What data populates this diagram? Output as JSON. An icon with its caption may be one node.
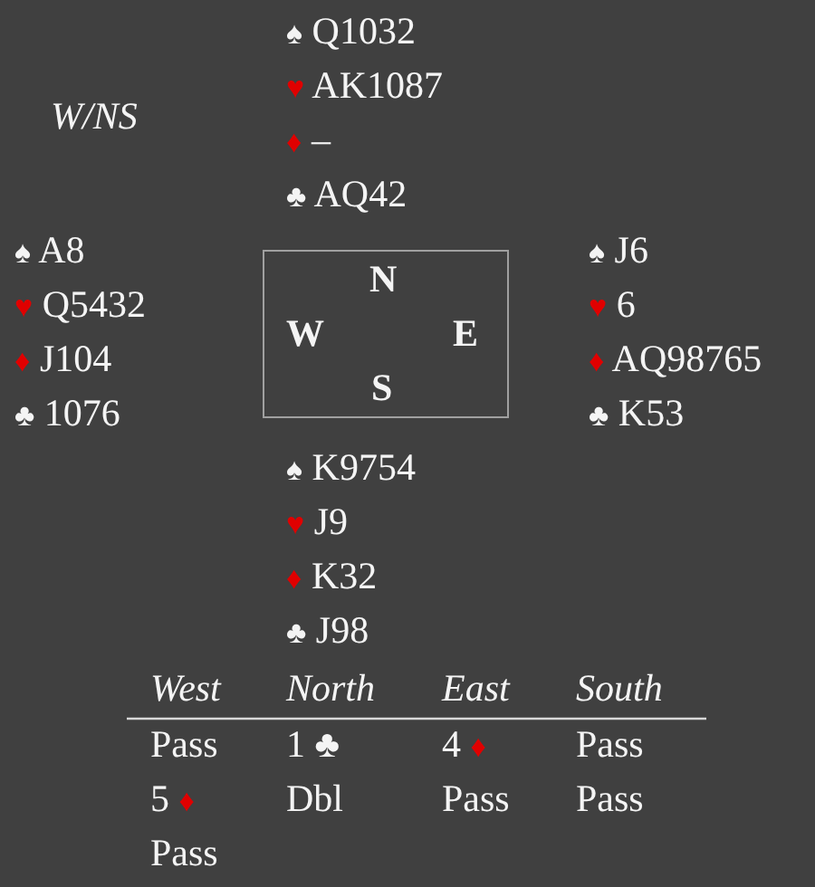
{
  "diagram": {
    "nodes": [
      {
        "text": [
          "N",
          "W",
          "E",
          "S"
        ]
      }
    ],
    "labels": [
      "W/NS",
      "♠ Q1032",
      "♥ AK1087",
      "♦ –",
      "♣ AQ42",
      "♠ A8",
      "♥ Q5432",
      "♦ J104",
      "♣ 1076",
      "♠ J6",
      "♥ 6",
      "♦ AQ98765",
      "♣ K53",
      "♠ K9754",
      "♥ J9",
      "♦ K32",
      "♣ J98",
      "West",
      "North",
      "East",
      "South",
      "Pass",
      "1 ♣",
      "4 ♦",
      "Pass",
      "5 ♦",
      "Dbl",
      "Pass",
      "Pass",
      "Pass"
    ]
  }
}
